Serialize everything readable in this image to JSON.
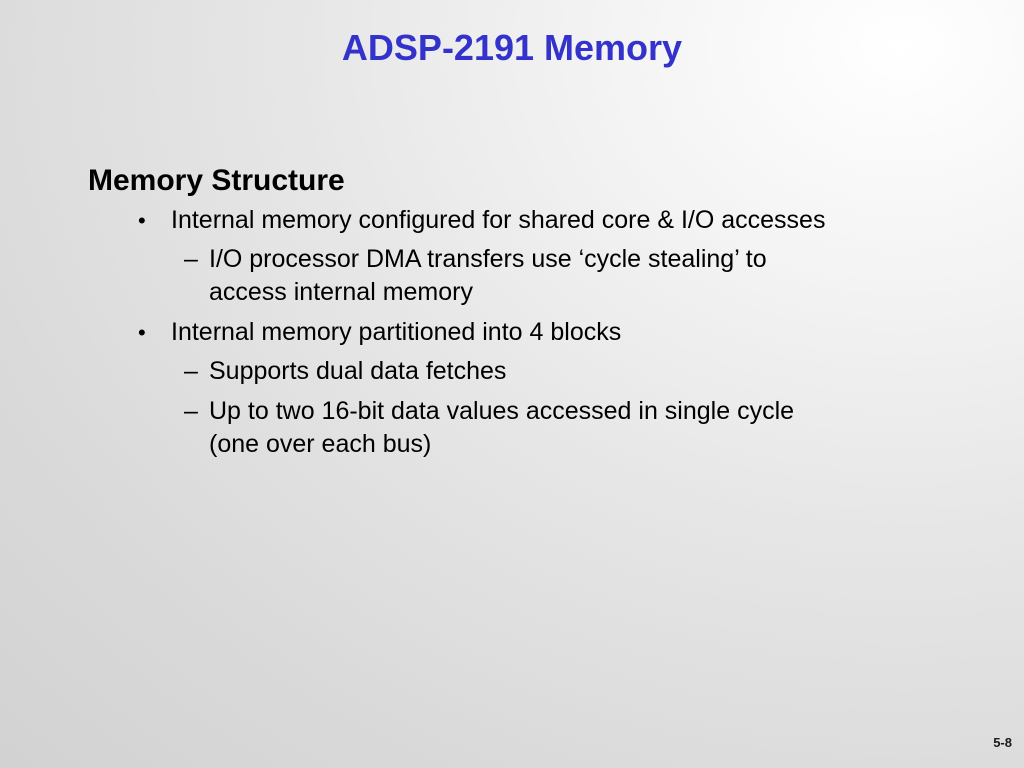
{
  "slide": {
    "title": "ADSP-2191 Memory",
    "heading": "Memory Structure",
    "bullet_marker": "•",
    "sub_marker": "–",
    "items": [
      {
        "text": "Internal memory configured for shared core & I/O accesses",
        "subitems": [
          {
            "text": "I/O processor DMA transfers use ‘cycle stealing’ to access internal memory"
          }
        ]
      },
      {
        "text": "Internal memory partitioned into 4 blocks",
        "subitems": [
          {
            "text": "Supports dual data fetches"
          },
          {
            "text": "Up to two 16-bit data values accessed in single cycle (one over each bus)"
          }
        ]
      }
    ],
    "page_number": "5-8"
  },
  "colors": {
    "title": "#3333cc",
    "text": "#000000",
    "background": "#e0e0e0"
  }
}
